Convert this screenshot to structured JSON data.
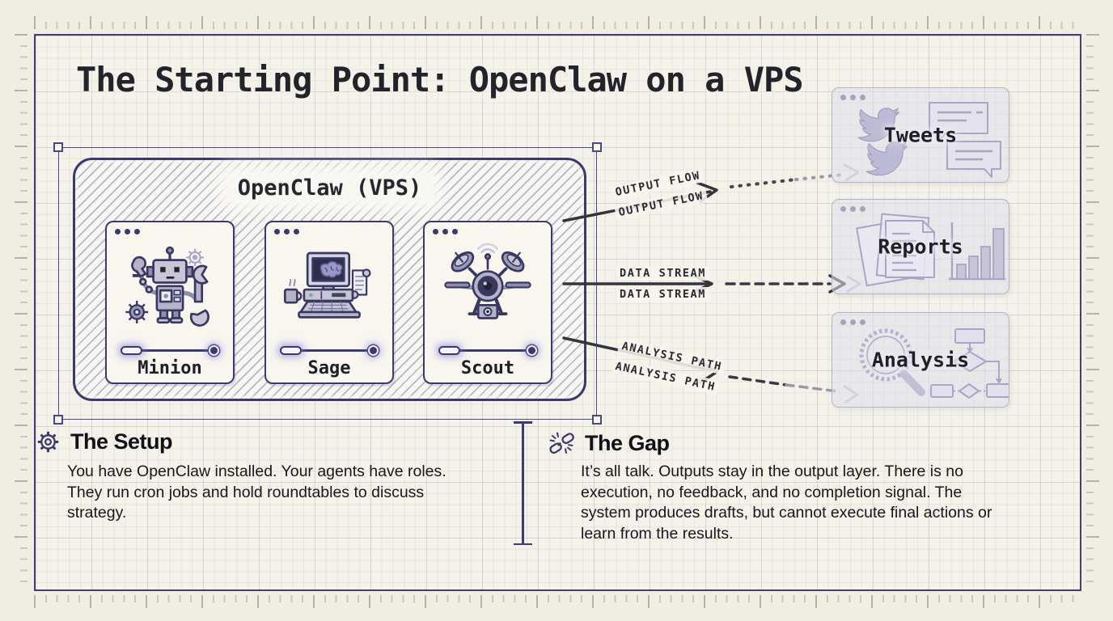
{
  "title": "The Starting Point: OpenClaw on a VPS",
  "vps_box": {
    "label": "OpenClaw (VPS)",
    "agents": [
      {
        "name": "Minion",
        "icon": "robot-wrench-icon"
      },
      {
        "name": "Sage",
        "icon": "retro-computer-brain-icon"
      },
      {
        "name": "Scout",
        "icon": "drone-satellite-icon"
      }
    ]
  },
  "flows": [
    {
      "label": "OUTPUT FLOW",
      "style": "solid-then-dotted",
      "target": "Tweets"
    },
    {
      "label": "DATA STREAM",
      "style": "solid-then-dashed",
      "target": "Reports"
    },
    {
      "label": "ANALYSIS PATH",
      "style": "solid-then-dashed",
      "target": "Analysis"
    }
  ],
  "outputs": [
    {
      "label": "Tweets",
      "icon": "twitter-birds-chat-bubbles-icon"
    },
    {
      "label": "Reports",
      "icon": "documents-bar-chart-icon"
    },
    {
      "label": "Analysis",
      "icon": "magnifier-flowchart-icon"
    }
  ],
  "sections": [
    {
      "heading": "The Setup",
      "icon": "gear-icon",
      "body": "You have OpenClaw installed. Your agents have roles. They run cron jobs and hold roundtables to discuss strategy."
    },
    {
      "heading": "The Gap",
      "icon": "broken-link-icon",
      "body": "It’s all talk. Outputs stay in the output layer. There is no execution, no feedback, and no completion signal. The system produces drafts, but cannot execute final actions or learn from the results."
    }
  ],
  "colors": {
    "navy": "#3c3a6c",
    "ink": "#23232b",
    "paper": "#f0eee3",
    "light_icon": "#b5b3ce",
    "glow": "rgba(122,112,220,.55)"
  }
}
